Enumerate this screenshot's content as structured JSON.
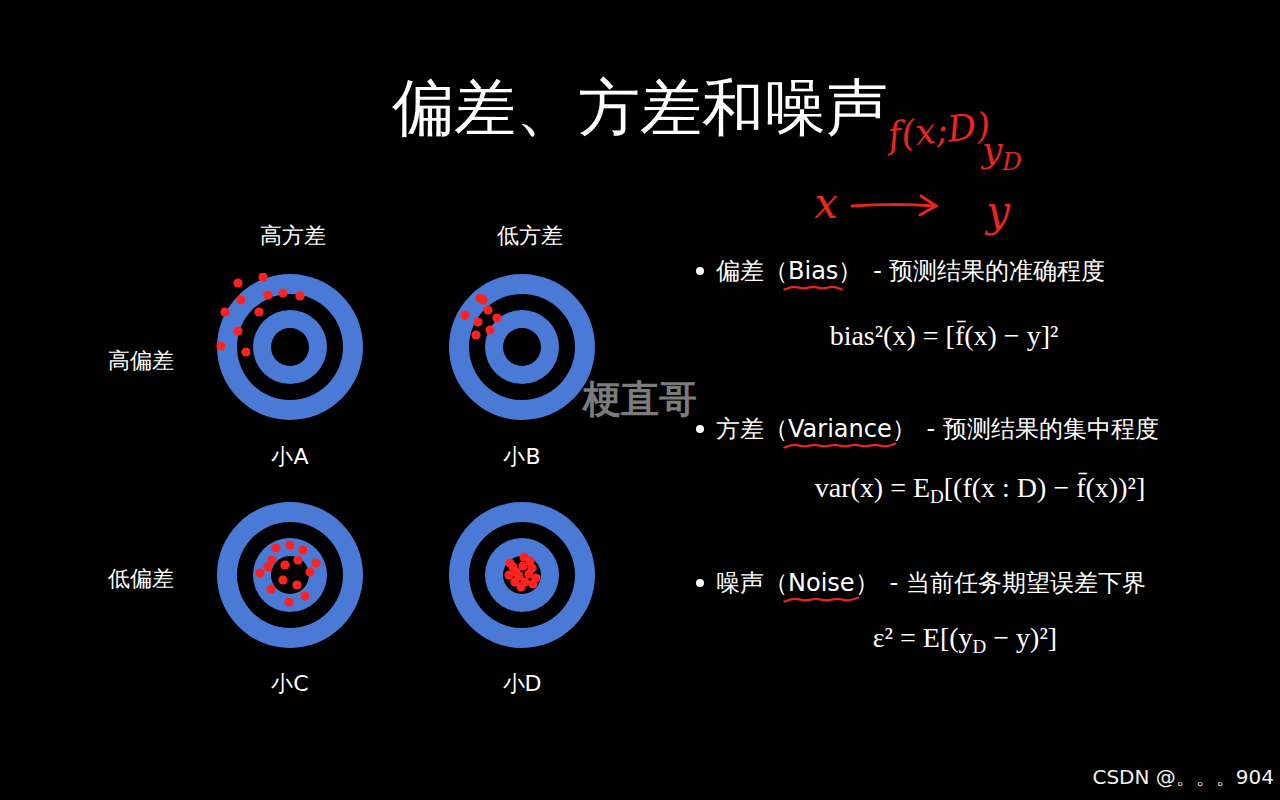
{
  "diagram": {
    "title": "偏差、方差和噪声",
    "nodes": [
      {
        "text": [
          "小A"
        ]
      },
      {
        "text": [
          "小B"
        ]
      },
      {
        "text": [
          "小C"
        ]
      },
      {
        "text": [
          "小D"
        ]
      }
    ],
    "labels": [
      "高方差",
      "低方差",
      "高偏差",
      "低偏差",
      "偏差",
      "（Bias）",
      "- 预测结果的准确程度",
      "bias²(x) = [f̄(x) − y]²",
      "方差",
      "（Variance）",
      "- 预测结果的集中程度",
      "var(x) = E",
      "D",
      "[(f(x : D) − f̄(x))²]",
      "噪声",
      "（Noise）",
      "- 当前任务期望误差下界",
      "ε² = E[(y",
      "D",
      " − y)²]",
      "f(x;D)",
      "y",
      "D",
      "x",
      "y",
      "梗直哥",
      "CSDN @。。。904"
    ]
  }
}
